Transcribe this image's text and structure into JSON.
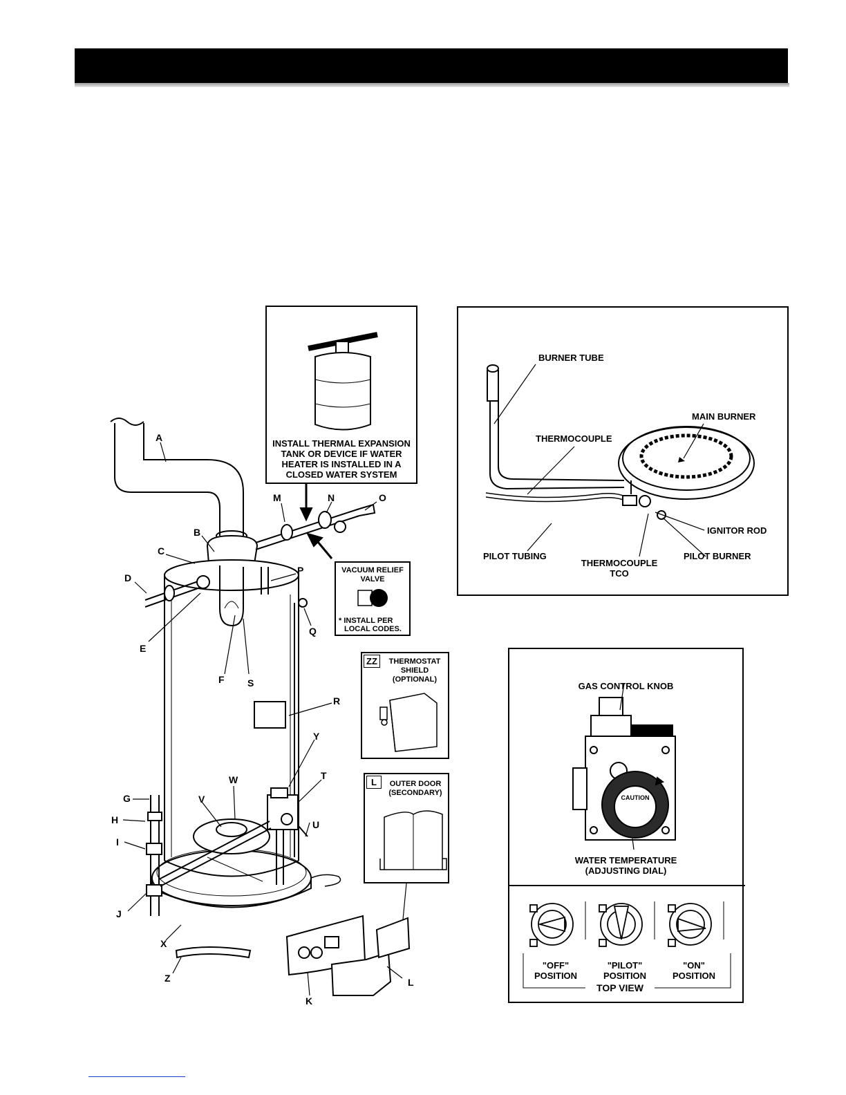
{
  "heater_letters": {
    "A": "A",
    "B": "B",
    "C": "C",
    "D": "D",
    "E": "E",
    "F": "F",
    "G": "G",
    "H": "H",
    "I": "I",
    "J": "J",
    "K": "K",
    "L": "L",
    "M": "M",
    "N": "N",
    "O": "O",
    "P": "P",
    "Q": "Q",
    "R": "R",
    "S": "S",
    "T": "T",
    "U": "U",
    "V": "V",
    "W": "W",
    "X": "X",
    "Y": "Y",
    "Z": "Z"
  },
  "expansion_tank": {
    "lines": [
      "INSTALL THERMAL EXPANSION",
      "TANK OR DEVICE IF WATER",
      "HEATER IS INSTALLED IN A",
      "CLOSED WATER SYSTEM"
    ]
  },
  "vacuum_relief": {
    "title": [
      "VACUUM RELIEF",
      "VALVE"
    ],
    "note": [
      "* INSTALL PER",
      "LOCAL CODES."
    ]
  },
  "thermostat_shield": {
    "tag": "ZZ",
    "lines": [
      "THERMOSTAT",
      "SHIELD",
      "(OPTIONAL)"
    ]
  },
  "outer_door": {
    "tag": "L",
    "lines": [
      "OUTER DOOR",
      "(SECONDARY)"
    ]
  },
  "burner_panel": {
    "burner_tube": "BURNER TUBE",
    "main_burner": "MAIN BURNER",
    "thermocouple": "THERMOCOUPLE",
    "ignitor_rod": "IGNITOR ROD",
    "pilot_tubing": "PILOT TUBING",
    "thermocouple_tco": [
      "THERMOCOUPLE",
      "TCO"
    ],
    "pilot_burner": "PILOT BURNER"
  },
  "gas_control_panel": {
    "knob_label": "GAS CONTROL KNOB",
    "dial_label": [
      "WATER TEMPERATURE",
      "(ADJUSTING DIAL)"
    ],
    "dial_caution": "CAUTION",
    "positions": [
      {
        "label": [
          "\"OFF\"",
          "POSITION"
        ]
      },
      {
        "label": [
          "\"PILOT\"",
          "POSITION"
        ]
      },
      {
        "label": [
          "\"ON\"",
          "POSITION"
        ]
      }
    ],
    "top_view": "TOP VIEW"
  }
}
